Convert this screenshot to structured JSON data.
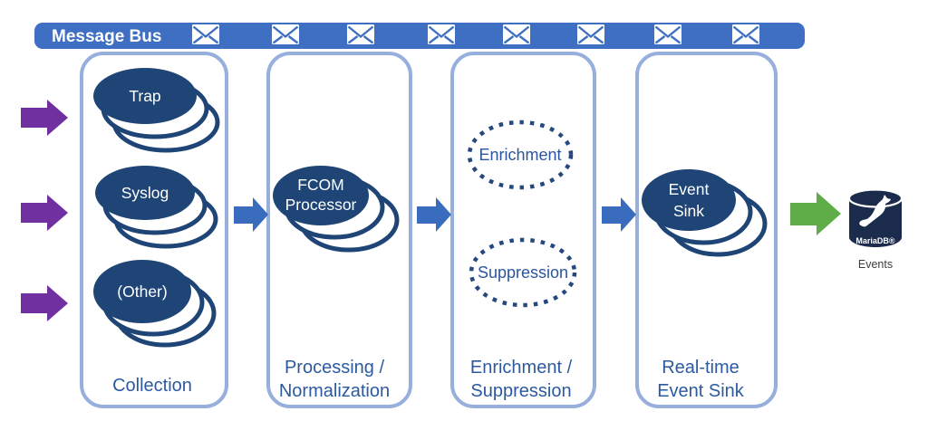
{
  "message_bus": {
    "label": "Message Bus",
    "envelope_count": 8
  },
  "stacks": {
    "trap": {
      "line1": "Trap"
    },
    "syslog": {
      "line1": "Syslog"
    },
    "other": {
      "line1": "(Other)"
    },
    "fcom": {
      "line1": "FCOM",
      "line2": "Processor"
    },
    "event_sink": {
      "line1": "Event",
      "line2": "Sink"
    }
  },
  "bubbles": {
    "enrichment": {
      "label": "Enrichment"
    },
    "suppression": {
      "label": "Suppression"
    }
  },
  "lane_labels": {
    "collection": {
      "line1": "Collection"
    },
    "processing": {
      "line1": "Processing /",
      "line2": "Normalization"
    },
    "enrichment": {
      "line1": "Enrichment /",
      "line2": "Suppression"
    },
    "realtime": {
      "line1": "Real-time",
      "line2": "Event Sink"
    }
  },
  "database": {
    "brand": "MariaDB®",
    "label": "Events"
  },
  "colors": {
    "bus_bar": "#3e6fc3",
    "lane_border": "#97afdd",
    "ellipse_fill": "#1f4577",
    "dotted_stroke": "#26487f",
    "label_text": "#2c5aa0",
    "arrow_blue": "#3a6cbe",
    "arrow_purple": "#7030a0",
    "arrow_green": "#5fad49",
    "db_fill": "#1b2b4c",
    "caption_text": "#3f3f3f"
  }
}
